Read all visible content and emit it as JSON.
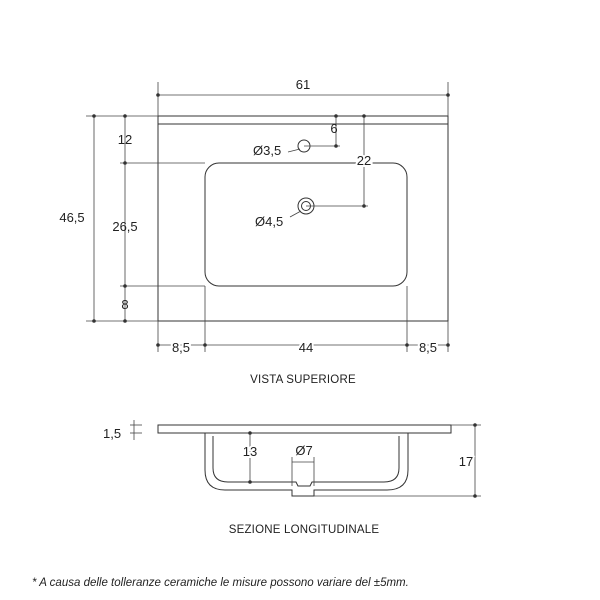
{
  "top_view": {
    "caption": "VISTA SUPERIORE",
    "dims": {
      "width_total": "61",
      "depth_total": "46,5",
      "back_margin": "12",
      "bowl_depth": "26,5",
      "front_margin": "8",
      "left_margin": "8,5",
      "bowl_width": "44",
      "right_margin": "8,5",
      "tap_hole_offset": "6",
      "tap_hole_dia": "Ø3,5",
      "drain_offset": "22",
      "drain_dia": "Ø4,5"
    }
  },
  "section_view": {
    "caption": "SEZIONE LONGITUDINALE",
    "dims": {
      "top_thickness": "1,5",
      "bowl_height": "13",
      "drain_dia": "Ø7",
      "total_height": "17"
    }
  },
  "footnote": "* A causa delle tolleranze ceramiche le misure possono variare del ±5mm."
}
